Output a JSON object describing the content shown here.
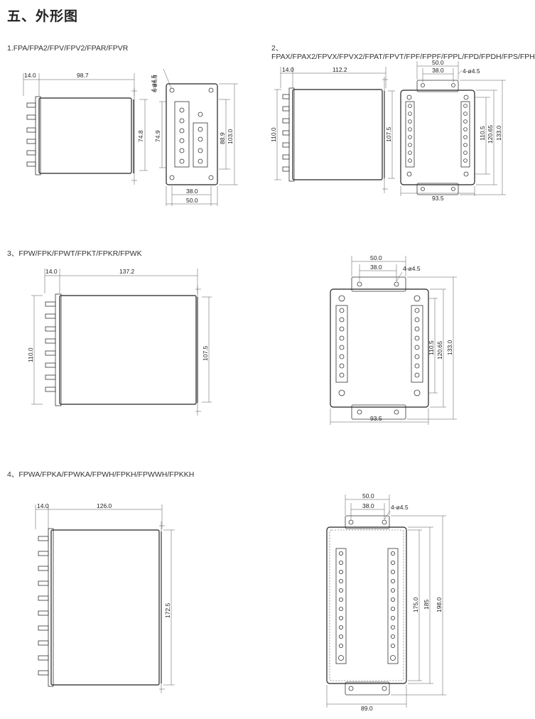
{
  "title": "五、外形图",
  "sections": [
    {
      "caption": "1.FPA/FPA2/FPV/FPV2/FPAR/FPVR",
      "side_dims": [
        "14.0",
        "98.7",
        "74.8"
      ],
      "front_dims": [
        "4-ø4.5",
        "74.9",
        "88.9",
        "103.0",
        "38.0",
        "50.0"
      ]
    },
    {
      "caption": "2、FPAX/FPAX2/FPVX/FPVX2/FPAT/FPVT/FPF/FPPF/FPPL/FPD/FPDH/FPS/FPH",
      "side_dims": [
        "14.0",
        "112.2",
        "110.0",
        "107.5"
      ],
      "front_dims": [
        "50.0",
        "38.0",
        "4-ø4.5",
        "110.5",
        "120.65",
        "133.0",
        "93.5"
      ]
    },
    {
      "caption": "3、FPW/FPK/FPWT/FPKT/FPKR/FPWK",
      "side_dims": [
        "14.0",
        "137.2",
        "110.0",
        "107.5"
      ],
      "front_dims": [
        "50.0",
        "38.0",
        "4-ø4.5",
        "110.5",
        "120.65",
        "133.0",
        "93.5"
      ]
    },
    {
      "caption": "4、FPWA/FPKA/FPWKA/FPWH/FPKH/FPWWH/FPKKH",
      "side_dims": [
        "14.0",
        "126.0",
        "172.5"
      ],
      "front_dims": [
        "50.0",
        "38.0",
        "4-ø4.5",
        "175.0",
        "185",
        "198.0",
        "89.0"
      ]
    }
  ]
}
